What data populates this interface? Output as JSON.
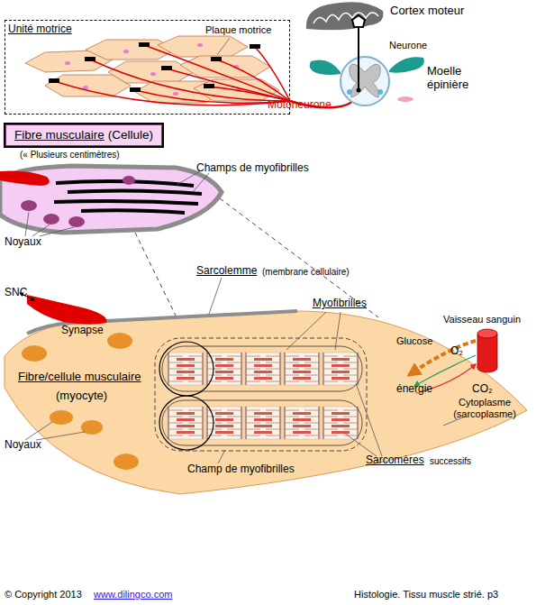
{
  "diagram": {
    "nodes": [
      {
        "text": [
          "Unité motrice"
        ]
      },
      {
        "text": [
          "Fibre musculaire",
          "(Cellule)"
        ]
      },
      {
        "text": [
          "Fibre/cellule musculaire",
          "(myocyte)"
        ]
      }
    ],
    "labels": [
      "Cortex moteur",
      "Plaque motrice",
      "Neurone",
      "Moelle épinière",
      "Motoneurone",
      "(« Plusieurs centimètres)",
      "Champs de myofibrilles",
      "Noyaux",
      "Sarcolemme",
      "(membrane cellulaire)",
      "SNC",
      "Myofibrilles",
      "Vaisseau sanguin",
      "Synapse",
      "Glucose",
      "O₂",
      "énergie",
      "CO₂",
      "Cytoplasme (sarcoplasme)",
      "Noyaux",
      "Champ de myofibrilles",
      "Sarcomères",
      "successifs",
      "© Copyright 2013",
      "www.dilingco.com",
      "Histologie. Tissu muscle strié. p3"
    ]
  }
}
